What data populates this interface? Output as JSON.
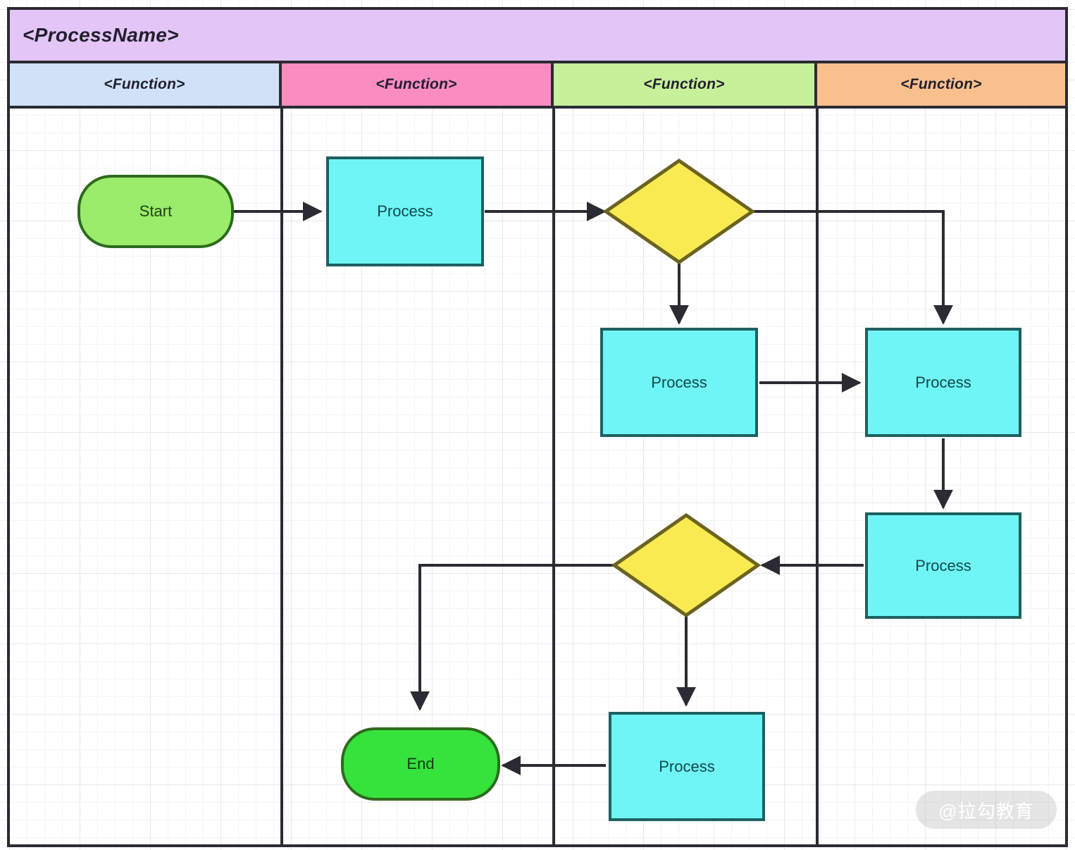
{
  "diagram": {
    "type": "swimlane-flowchart",
    "title": "<ProcessName>",
    "lanes": [
      {
        "label": "<Function>",
        "color": "#cfe2f7"
      },
      {
        "label": "<Function>",
        "color": "#fa8cc0"
      },
      {
        "label": "<Function>",
        "color": "#c6f09a"
      },
      {
        "label": "<Function>",
        "color": "#f9c08e"
      }
    ],
    "nodes": [
      {
        "id": "start",
        "type": "terminator",
        "label": "Start",
        "lane": 0,
        "fill": "#9bec6b",
        "stroke": "#2d6b1c"
      },
      {
        "id": "p1",
        "type": "process",
        "label": "Process",
        "lane": 1,
        "fill": "#6ff5f5",
        "stroke": "#1f6060"
      },
      {
        "id": "d1",
        "type": "decision",
        "label": "",
        "lane": 2,
        "fill": "#f9ea52",
        "stroke": "#6b6320"
      },
      {
        "id": "p2",
        "type": "process",
        "label": "Process",
        "lane": 2,
        "fill": "#6ff5f5",
        "stroke": "#1f6060"
      },
      {
        "id": "p3",
        "type": "process",
        "label": "Process",
        "lane": 3,
        "fill": "#6ff5f5",
        "stroke": "#1f6060"
      },
      {
        "id": "p4",
        "type": "process",
        "label": "Process",
        "lane": 3,
        "fill": "#6ff5f5",
        "stroke": "#1f6060"
      },
      {
        "id": "d2",
        "type": "decision",
        "label": "",
        "lane": 2,
        "fill": "#f9ea52",
        "stroke": "#6b6320"
      },
      {
        "id": "p5",
        "type": "process",
        "label": "Process",
        "lane": 2,
        "fill": "#6ff5f5",
        "stroke": "#1f6060"
      },
      {
        "id": "end",
        "type": "terminator",
        "label": "End",
        "lane": 1,
        "fill": "#36e23c",
        "stroke": "#2d6b1c"
      }
    ],
    "edges": [
      {
        "from": "start",
        "to": "p1",
        "label": ""
      },
      {
        "from": "p1",
        "to": "d1",
        "label": ""
      },
      {
        "from": "d1",
        "to": "p2",
        "label": ""
      },
      {
        "from": "d1",
        "to": "p3",
        "label": ""
      },
      {
        "from": "p2",
        "to": "p3",
        "label": ""
      },
      {
        "from": "p3",
        "to": "p4",
        "label": ""
      },
      {
        "from": "p4",
        "to": "d2",
        "label": ""
      },
      {
        "from": "d2",
        "to": "end",
        "label": ""
      },
      {
        "from": "d2",
        "to": "p5",
        "label": ""
      },
      {
        "from": "p5",
        "to": "end",
        "label": ""
      }
    ],
    "watermark": "@拉勾教育",
    "colors": {
      "border": "#2b2b33",
      "connector": "#2b2b33",
      "title_band": "#e3c6f7",
      "grid_minor": "#f4f4f6",
      "grid_major": "#e9e9ec"
    }
  }
}
